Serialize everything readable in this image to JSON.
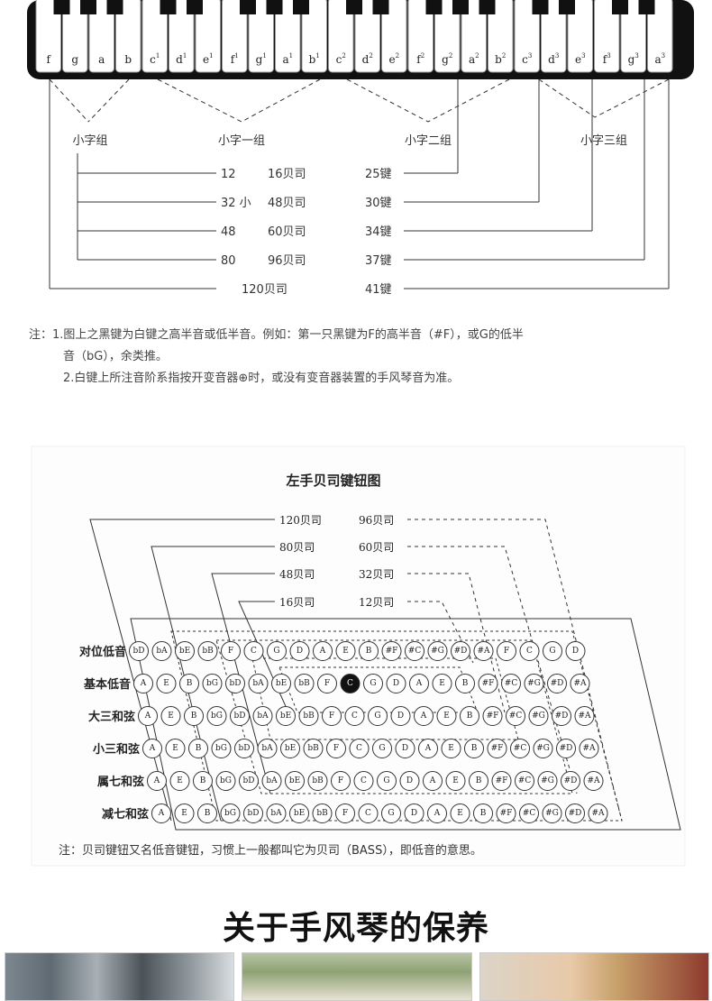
{
  "keyboard": {
    "white_keys": [
      {
        "n": "f",
        "s": ""
      },
      {
        "n": "g",
        "s": ""
      },
      {
        "n": "a",
        "s": ""
      },
      {
        "n": "b",
        "s": ""
      },
      {
        "n": "c",
        "s": "1"
      },
      {
        "n": "d",
        "s": "1"
      },
      {
        "n": "e",
        "s": "1"
      },
      {
        "n": "f",
        "s": "1"
      },
      {
        "n": "g",
        "s": "1"
      },
      {
        "n": "a",
        "s": "1"
      },
      {
        "n": "b",
        "s": "1"
      },
      {
        "n": "c",
        "s": "2"
      },
      {
        "n": "d",
        "s": "2"
      },
      {
        "n": "e",
        "s": "2"
      },
      {
        "n": "f",
        "s": "2"
      },
      {
        "n": "g",
        "s": "2"
      },
      {
        "n": "a",
        "s": "2"
      },
      {
        "n": "b",
        "s": "2"
      },
      {
        "n": "c",
        "s": "3"
      },
      {
        "n": "d",
        "s": "3"
      },
      {
        "n": "e",
        "s": "3"
      },
      {
        "n": "f",
        "s": "3"
      },
      {
        "n": "g",
        "s": "3"
      },
      {
        "n": "a",
        "s": "3"
      }
    ],
    "groups": [
      "小字组",
      "小字一组",
      "小字二组",
      "小字三组"
    ],
    "bass_col1": [
      "12",
      "32 小",
      "48",
      "80"
    ],
    "bass_col2": [
      "16贝司",
      "48贝司",
      "60贝司",
      "96贝司"
    ],
    "bass_bottom": "120贝司",
    "keys_col": [
      "25键",
      "30键",
      "34键",
      "37键",
      "41键"
    ]
  },
  "notes": {
    "line1": "注：1.图上之黑键为白键之高半音或低半音。例如：第一只黑键为F的高半音（#F），或G的低半",
    "line2": "音（bG），余类推。",
    "line3": "2.白键上所注音阶系指按开变音器⊕时，或没有变音器装置的手风琴音为准。"
  },
  "bass_chart": {
    "title": "左手贝司键钮图",
    "left_labels": [
      "120贝司",
      "80贝司",
      "48贝司",
      "16贝司"
    ],
    "right_labels": [
      "96贝司",
      "60贝司",
      "32贝司",
      "12贝司"
    ],
    "row_labels": [
      "对位低音",
      "基本低音",
      "大三和弦",
      "小三和弦",
      "属七和弦",
      "减七和弦"
    ],
    "rows": [
      [
        "bD",
        "bA",
        "bE",
        "bB",
        "F",
        "C",
        "G",
        "D",
        "A",
        "E",
        "B",
        "#F",
        "#C",
        "#G",
        "#D",
        "#A",
        "F",
        "C",
        "G",
        "D"
      ],
      [
        "A",
        "E",
        "B",
        "bG",
        "bD",
        "bA",
        "bE",
        "bB",
        "F",
        "C",
        "G",
        "D",
        "A",
        "E",
        "B",
        "#F",
        "#C",
        "#G",
        "#D",
        "#A"
      ],
      [
        "A",
        "E",
        "B",
        "bG",
        "bD",
        "bA",
        "bE",
        "bB",
        "F",
        "C",
        "G",
        "D",
        "A",
        "E",
        "B",
        "#F",
        "#C",
        "#G",
        "#D",
        "#A"
      ],
      [
        "A",
        "E",
        "B",
        "bG",
        "bD",
        "bA",
        "bE",
        "bB",
        "F",
        "C",
        "G",
        "D",
        "A",
        "E",
        "B",
        "#F",
        "#C",
        "#G",
        "#D",
        "#A"
      ],
      [
        "A",
        "E",
        "B",
        "bG",
        "bD",
        "bA",
        "bE",
        "bB",
        "F",
        "C",
        "G",
        "D",
        "A",
        "E",
        "B",
        "#F",
        "#C",
        "#G",
        "#D",
        "#A"
      ],
      [
        "A",
        "E",
        "B",
        "bG",
        "bD",
        "bA",
        "bE",
        "bB",
        "F",
        "C",
        "G",
        "D",
        "A",
        "E",
        "B",
        "#F",
        "#C",
        "#G",
        "#D",
        "#A"
      ]
    ],
    "note": "注：贝司键钮又名低音键钮，习惯上一般都叫它为贝司（BASS），即低音的意思。"
  },
  "section_heading": "关于手风琴的保养"
}
